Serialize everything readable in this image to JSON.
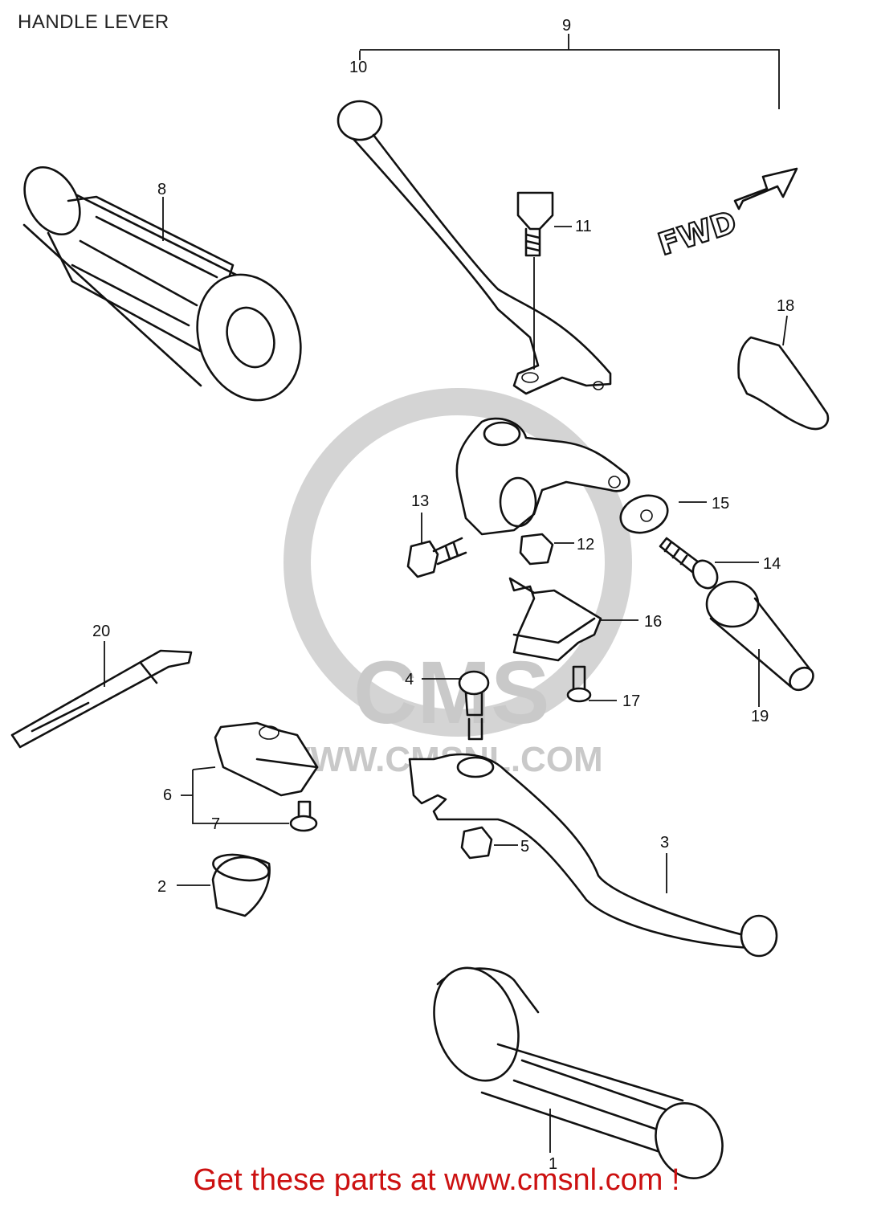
{
  "title": "HANDLE LEVER",
  "footer": "Get these parts at www.cmsnl.com !",
  "watermark": {
    "brand": "CMS",
    "url": "WWW.CMSNL.COM",
    "color": "#c9c9c9"
  },
  "direction_label": "FWD",
  "footer_color": "#cc1111",
  "callouts": {
    "p1": "1",
    "p2": "2",
    "p3": "3",
    "p4": "4",
    "p5": "5",
    "p6": "6",
    "p7": "7",
    "p8": "8",
    "p9": "9",
    "p10": "10",
    "p11": "11",
    "p12": "12",
    "p13": "13",
    "p14": "14",
    "p15": "15",
    "p16": "16",
    "p17": "17",
    "p18": "18",
    "p19": "19",
    "p20": "20"
  }
}
